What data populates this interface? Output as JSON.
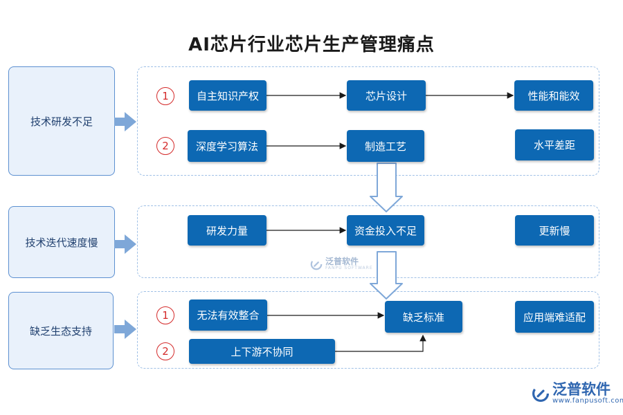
{
  "title": "AI芯片行业芯片生产管理痛点",
  "categories": [
    {
      "label": "技术研发不足"
    },
    {
      "label": "技术迭代速度慢"
    },
    {
      "label": "缺乏生态支持"
    }
  ],
  "markers": [
    "1",
    "2"
  ],
  "nodes": {
    "zizhu": "自主知识产权",
    "xinpian": "芯片设计",
    "xingneng": "性能和能效",
    "shendu": "深度学习算法",
    "zhizao": "制造工艺",
    "shuiping": "水平差距",
    "yanfa": "研发力量",
    "zijin": "资金投入不足",
    "gengxin": "更新慢",
    "wufa": "无法有效整合",
    "quefa": "缺乏标准",
    "yingyong": "应用端难适配",
    "shangxia": "上下游不协同"
  },
  "watermark": {
    "brand": "泛普软件",
    "brand_en": "FANPU SOFTWARE",
    "url": "www.fanpusoft.com"
  },
  "colors": {
    "node_fill": "#0d68b3",
    "card_fill": "#e9f1fb",
    "card_border": "#5b8fd0",
    "panel_border": "#9fc0e6",
    "marker": "#d42a2a",
    "block_arrow": "#7ea7d8"
  }
}
